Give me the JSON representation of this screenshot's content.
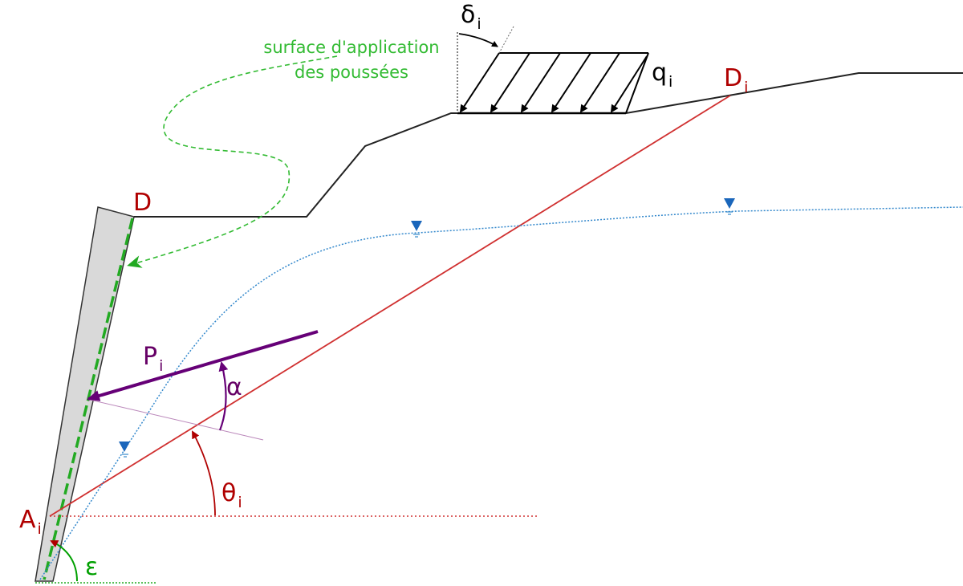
{
  "labels": {
    "D": "D",
    "Di_main": "D",
    "Di_sub": "i",
    "Ai_main": "A",
    "Ai_sub": "i",
    "Pi_main": "P",
    "Pi_sub": "i",
    "qi_main": "q",
    "qi_sub": "i",
    "delta_main": "δ",
    "delta_sub": "i",
    "theta_main": "θ",
    "theta_sub": "i",
    "alpha": "α",
    "epsilon": "ε"
  },
  "caption": {
    "line1": "surface d'application",
    "line2": "des poussées"
  },
  "colors": {
    "wall_fill": "#d9d9d9",
    "ground": "#222222",
    "failure_plane": "#d03030",
    "water_table": "#3388cc",
    "thrust": "#660077",
    "application_surface": "#22aa22",
    "angle_theta": "#b00000",
    "angle_epsilon": "#00a000"
  }
}
